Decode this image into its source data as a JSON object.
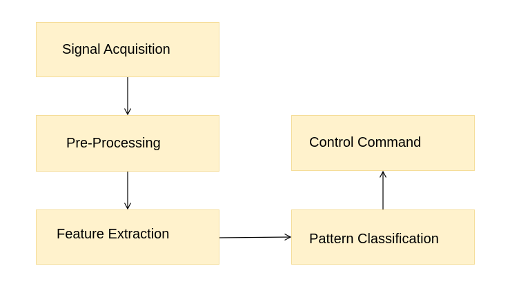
{
  "nodes": {
    "signal_acquisition": "Signal Acquisition",
    "pre_processing": "Pre-Processing",
    "feature_extraction": "Feature Extraction",
    "pattern_classification": "Pattern Classification",
    "control_command": "Control Command"
  },
  "colors": {
    "node_fill": "#fff2cc",
    "node_border": "#f5dd99",
    "arrow": "#000000",
    "text": "#000000"
  }
}
